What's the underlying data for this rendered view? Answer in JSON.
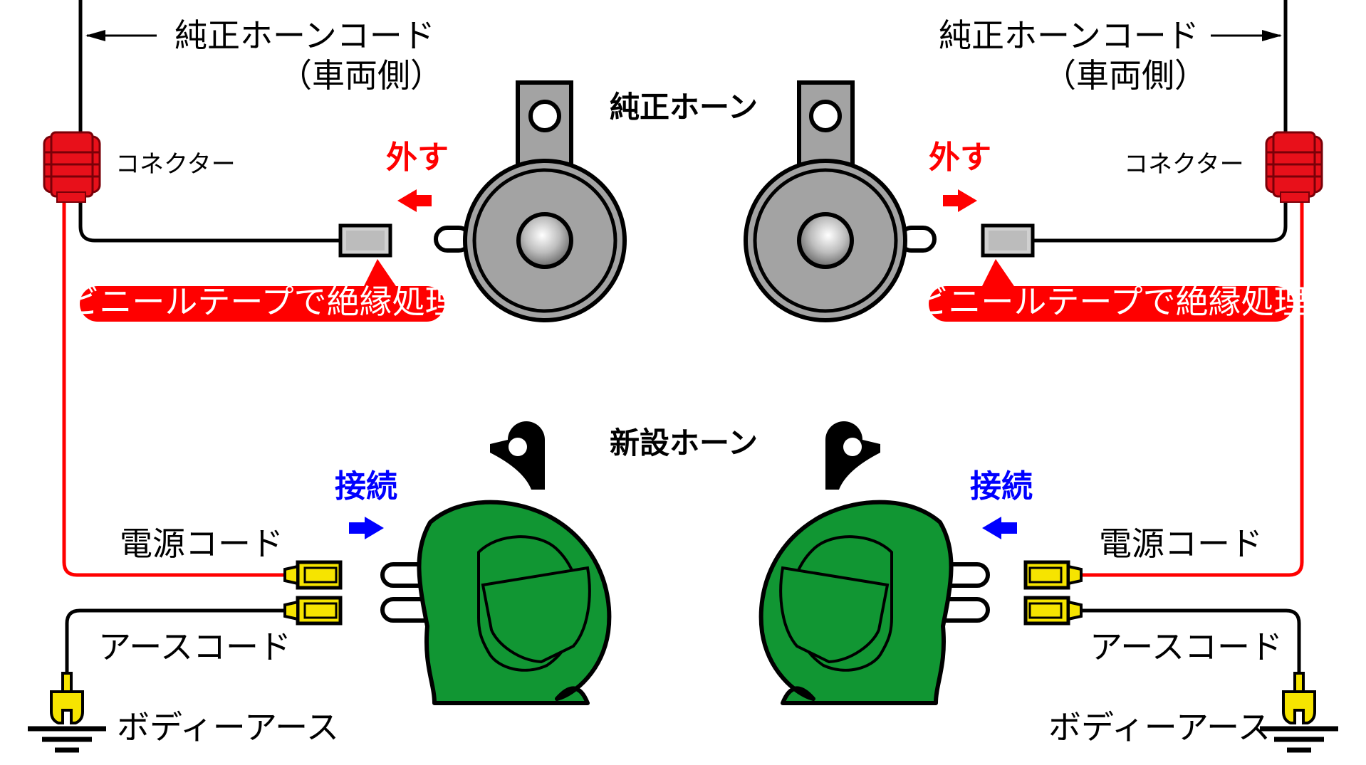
{
  "labels": {
    "genuine_horn_cord": "純正ホーンコード",
    "vehicle_side": "（車両側）",
    "connector": "コネクター",
    "genuine_horn": "純正ホーン",
    "remove": "外す",
    "vinyl_tape": "ビニールテープで絶縁処理",
    "new_horn": "新設ホーン",
    "connect": "接続",
    "power_cord": "電源コード",
    "earth_cord": "アースコード",
    "body_earth": "ボディーアース"
  },
  "colors": {
    "red_wire": "#ff0000",
    "black_wire": "#000000",
    "connector_red": "#e8101a",
    "genuine_horn_gray": "#a3a3a3",
    "new_horn_green": "#119633",
    "terminal_yellow": "#f6e400",
    "action_red": "#ff0000",
    "action_blue": "#0000ff"
  },
  "icons": {
    "remove_arrow": "arrow-icon",
    "connect_arrow": "arrow-icon",
    "ground": "ground-icon"
  }
}
